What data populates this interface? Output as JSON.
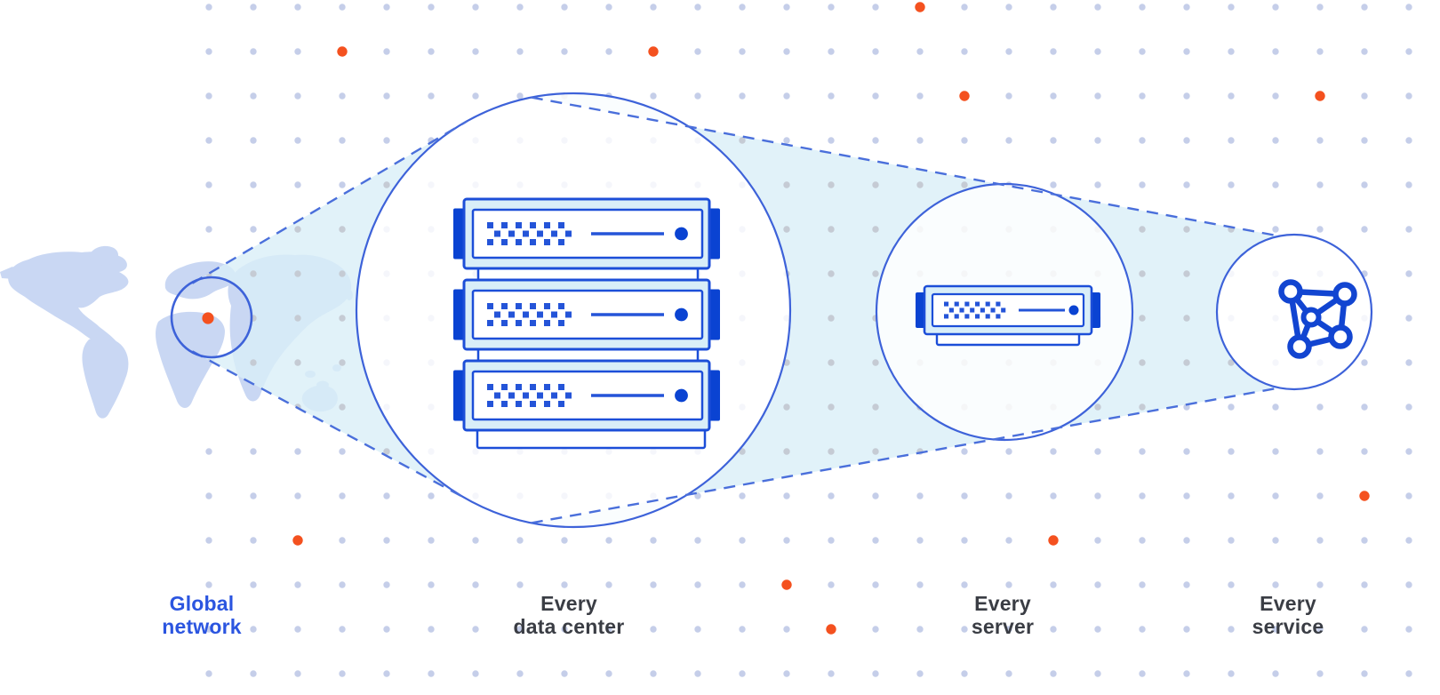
{
  "diagram_title": "",
  "stages": [
    {
      "id": "global-network",
      "line1": "Global",
      "line2": "network",
      "emphasis": "blue"
    },
    {
      "id": "every-data-center",
      "line1": "Every",
      "line2": "data center",
      "emphasis": "dark"
    },
    {
      "id": "every-server",
      "line1": "Every",
      "line2": "server",
      "emphasis": "dark"
    },
    {
      "id": "every-service",
      "line1": "Every",
      "line2": "service",
      "emphasis": "dark"
    }
  ],
  "icons": [
    "world-map",
    "map-marker-dot-icon",
    "zoom-circle",
    "server-rack-icon",
    "server-icon",
    "network-mesh-icon",
    "dot-grid-pattern"
  ],
  "colors": {
    "background": "#FFFFFF",
    "grid_dot": "#C5CEE9",
    "grid_dot_in_cone": "#C5CBD4",
    "accent_orange": "#F4511F",
    "circle_outline_blue": "#3D62D9",
    "dashed_line_blue": "#4A6FDB",
    "cone_fill": "#DAEFF8",
    "map_fill": "#C9D7F3",
    "server_border_blue": "#1C4ED8",
    "server_face_fill": "#D9EEF8",
    "server_deep_blue": "#0A43D2",
    "mesh_icon_blue": "#1245D1",
    "label_dark": "#3A3D44",
    "label_blue": "#2B55E0"
  }
}
